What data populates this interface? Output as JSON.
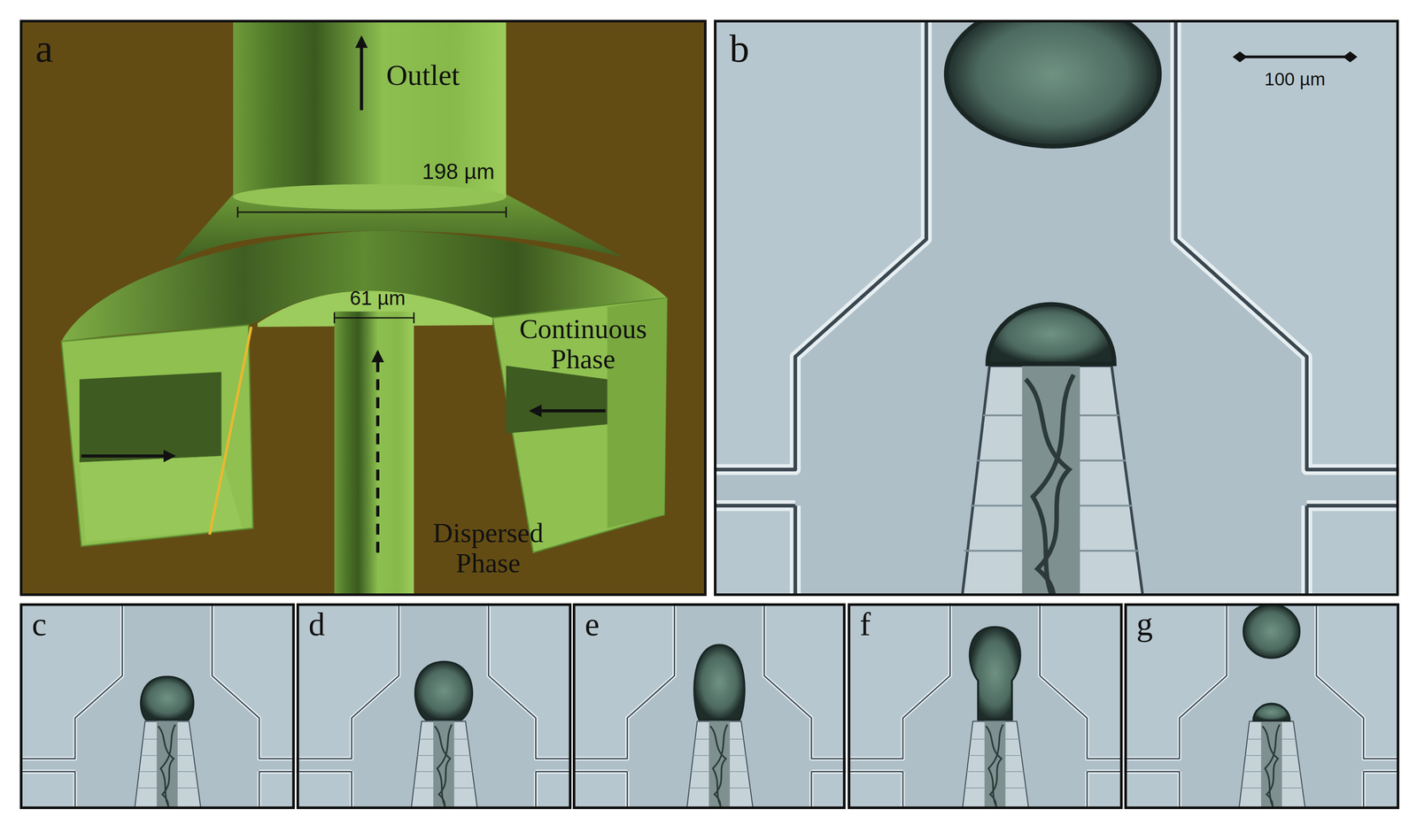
{
  "diagram": {
    "nodes": [
      {
        "text": [
          "a"
        ]
      },
      {
        "text": [
          "b"
        ]
      },
      {
        "text": [
          "c"
        ]
      },
      {
        "text": [
          "d"
        ]
      },
      {
        "text": [
          "e"
        ]
      },
      {
        "text": [
          "f"
        ]
      },
      {
        "text": [
          "g"
        ]
      }
    ],
    "labels": [
      "Outlet",
      "198 µm",
      "61 µm",
      "Continuous Phase",
      "Dispersed Phase",
      "100 µm"
    ]
  }
}
